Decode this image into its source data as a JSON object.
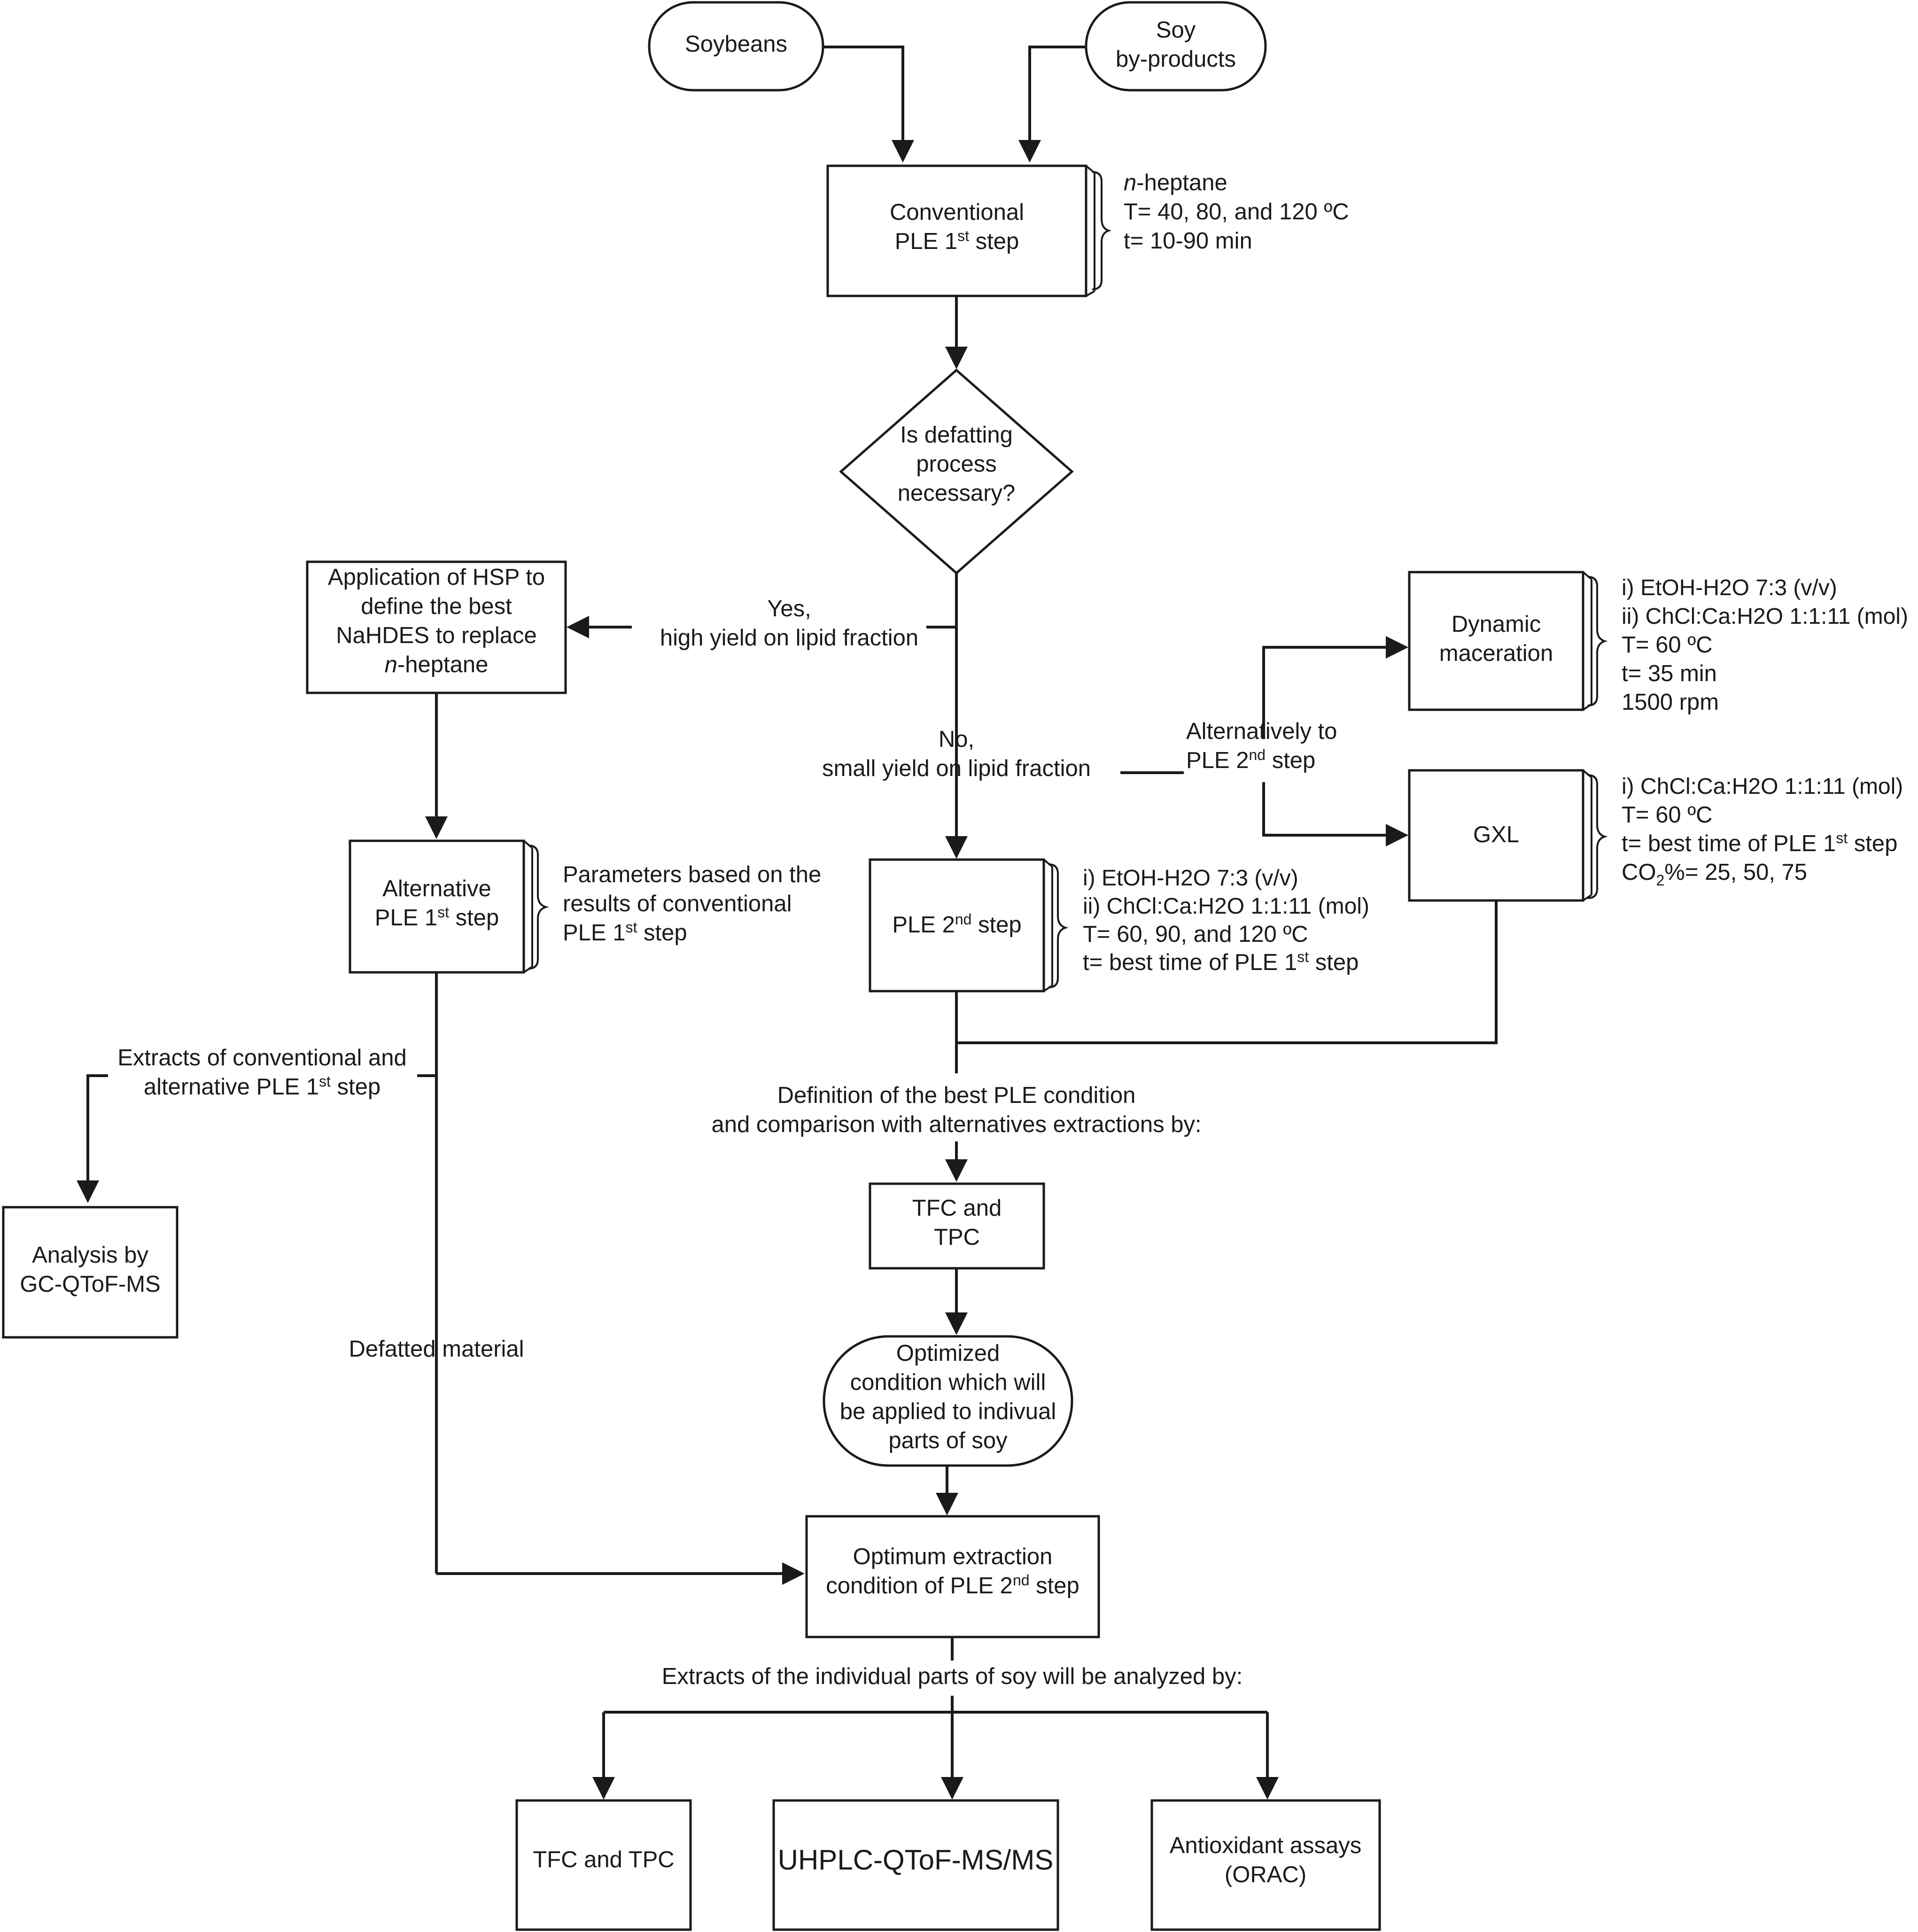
{
  "nodes": {
    "soybeans": "Soybeans",
    "soy_byproducts": [
      "Soy",
      "by-products"
    ],
    "conventional_ple": {
      "line1": "Conventional",
      "line2_pre": "PLE 1",
      "sup": "st",
      "line2_post": " step"
    },
    "decision": [
      "Is defatting",
      "process",
      "necessary?"
    ],
    "hsp": {
      "line1": "Application of HSP to",
      "line2": "define the best",
      "line3": "NaHDES to replace",
      "line4_italic": "n",
      "line4_rest": "-heptane"
    },
    "alternative_ple": {
      "line1": "Alternative",
      "line2_pre": "PLE 1",
      "sup": "st",
      "line2_post": " step"
    },
    "ple2": {
      "pre": "PLE 2",
      "sup": "nd",
      "post": " step"
    },
    "dynamic_maceration": [
      "Dynamic",
      "maceration"
    ],
    "gxl": "GXL",
    "tfc_tpc_mid": [
      "TFC and",
      "TPC"
    ],
    "optimized_condition": [
      "Optimized",
      "condition which will",
      "be applied to indivual",
      "parts of soy"
    ],
    "optimum_extraction": {
      "line1": "Optimum extraction",
      "line2_pre": "condition of PLE 2",
      "sup": "nd",
      "line2_post": " step"
    },
    "analysis_gc": [
      "Analysis by",
      "GC-QToF-MS"
    ],
    "tfc_tpc_bottom": "TFC and TPC",
    "uhplc": "UHPLC-QToF-MS/MS",
    "antioxidant": [
      "Antioxidant assays",
      "(ORAC)"
    ]
  },
  "edge_labels": {
    "yes": [
      "Yes,",
      "high yield on lipid fraction"
    ],
    "no": [
      "No,",
      "small yield on lipid fraction"
    ],
    "alternatively": {
      "line1": "Alternatively to",
      "line2_pre": "PLE 2",
      "sup": "nd",
      "line2_post": " step"
    },
    "extracts_conventional": {
      "line1": "Extracts of conventional and",
      "line2_pre": "alternative PLE 1",
      "sup": "st",
      "line2_post": " step"
    },
    "defatted_material": "Defatted material",
    "definition": [
      "Definition of the best PLE condition",
      "and comparison with alternatives extractions by:"
    ],
    "extracts_individual": "Extracts of the individual parts of soy will be analyzed by:"
  },
  "notes": {
    "conventional_params": {
      "line1_italic": "n",
      "line1_rest": "-heptane",
      "line2": "T= 40, 80, and 120 ºC",
      "line3": "t= 10-90 min"
    },
    "alternative_params": {
      "line1": "Parameters based on  the",
      "line2": "results of conventional",
      "line3_pre": "PLE 1",
      "sup": "st",
      "line3_post": " step"
    },
    "ple2_params": {
      "line1": "i) EtOH-H2O 7:3 (v/v)",
      "line2": "ii) ChCl:Ca:H2O 1:1:11 (mol)",
      "line3": "T= 60, 90, and 120 ºC",
      "line4_pre": "t= best time of PLE 1",
      "sup": "st",
      "line4_post": " step"
    },
    "maceration_params": [
      "i) EtOH-H2O 7:3 (v/v)",
      "ii) ChCl:Ca:H2O 1:1:11 (mol)",
      "T= 60 ºC",
      "t= 35 min",
      "1500 rpm"
    ],
    "gxl_params": {
      "line1": "i) ChCl:Ca:H2O 1:1:11 (mol)",
      "line2": "T= 60 ºC",
      "line3_pre": "t= best time of PLE 1",
      "sup": "st",
      "line3_post": " step",
      "line4_pre": "CO",
      "sub": "2",
      "line4_post": "%= 25, 50, 75"
    }
  }
}
